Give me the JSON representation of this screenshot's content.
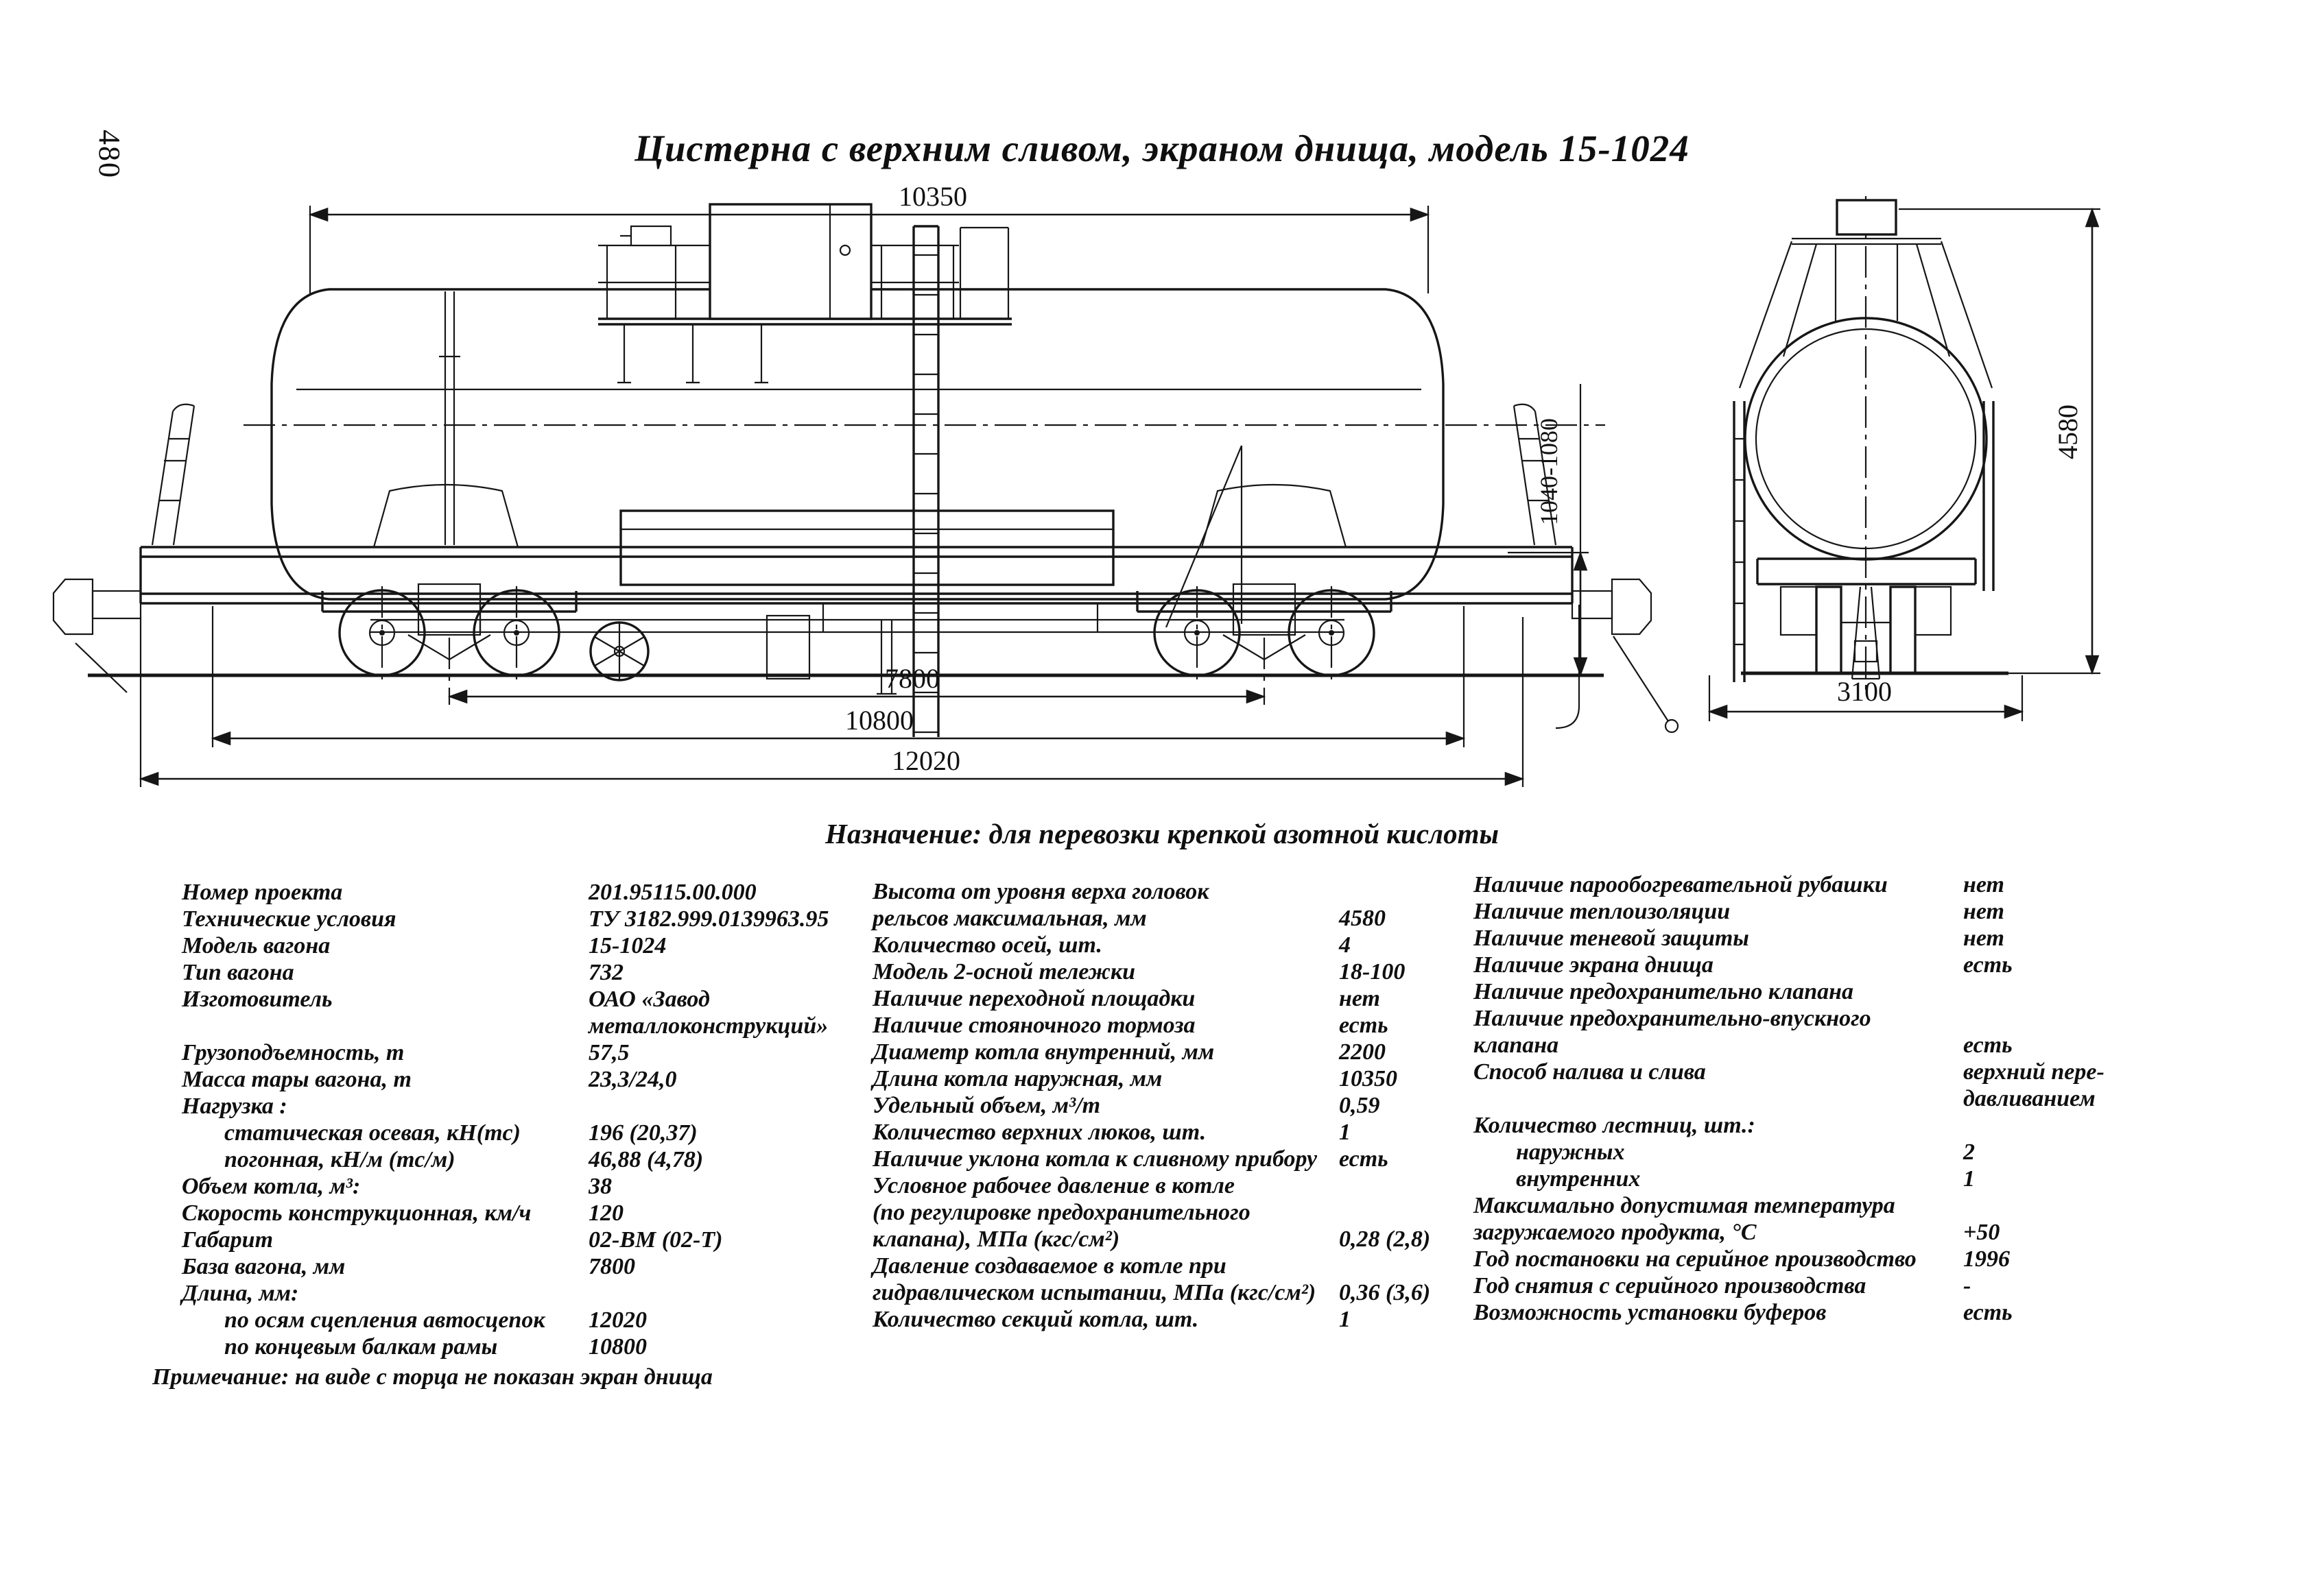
{
  "page": {
    "number": "480",
    "title": "Цистерна с верхним сливом, экраном днища, модель 15-1024",
    "purpose": "Назначение: для перевозки крепкой азотной кислоты",
    "note": "Примечание: на виде с торца не показан экран днища"
  },
  "drawing": {
    "side_view": {
      "length_tank": "10350",
      "base": "7800",
      "frame_length": "10800",
      "coupler_length": "12020",
      "coupler_height": "1040-1080"
    },
    "end_view": {
      "width": "3100",
      "height": "4580"
    }
  },
  "specs": {
    "col1": [
      {
        "label": "Номер проекта",
        "value": "201.95115.00.000"
      },
      {
        "label": "Технические условия",
        "value": "ТУ 3182.999.0139963.95"
      },
      {
        "label": "Модель вагона",
        "value": "15-1024"
      },
      {
        "label": "Тип вагона",
        "value": "732"
      },
      {
        "label": "Изготовитель",
        "value": "ОАО «Завод"
      },
      {
        "label": "",
        "value": "металлоконструкций»"
      },
      {
        "label": "Грузоподъемность, т",
        "value": "57,5"
      },
      {
        "label": "Масса тары вагона, т",
        "value": "23,3/24,0"
      },
      {
        "label": "Нагрузка :",
        "value": ""
      },
      {
        "label": "статическая осевая, кН(тс)",
        "value": "196 (20,37)",
        "indent": true
      },
      {
        "label": "погонная, кН/м (тс/м)",
        "value": "46,88 (4,78)",
        "indent": true
      },
      {
        "label": "Объем котла, м³:",
        "value": "38"
      },
      {
        "label": "Скорость конструкционная, км/ч",
        "value": "120"
      },
      {
        "label": "Габарит",
        "value": "02-ВМ (02-Т)"
      },
      {
        "label": "База вагона, мм",
        "value": "7800"
      },
      {
        "label": "Длина, мм:",
        "value": ""
      },
      {
        "label": "по осям сцепления автосцепок",
        "value": "12020",
        "indent": true
      },
      {
        "label": "по концевым балкам рамы",
        "value": "10800",
        "indent": true
      }
    ],
    "col2": [
      {
        "label": "Высота от уровня верха головок",
        "value": ""
      },
      {
        "label": "рельсов максимальная, мм",
        "value": "4580"
      },
      {
        "label": "Количество осей, шт.",
        "value": "4"
      },
      {
        "label": "Модель 2-осной тележки",
        "value": "18-100"
      },
      {
        "label": "Наличие переходной площадки",
        "value": "нет"
      },
      {
        "label": "Наличие стояночного тормоза",
        "value": "есть"
      },
      {
        "label": "Диаметр котла внутренний, мм",
        "value": "2200"
      },
      {
        "label": "Длина котла наружная, мм",
        "value": "10350"
      },
      {
        "label": "Удельный объем, м³/т",
        "value": "0,59"
      },
      {
        "label": "Количество верхних люков, шт.",
        "value": "1"
      },
      {
        "label": "Наличие уклона котла к сливному прибору",
        "value": "есть"
      },
      {
        "label": "Условное рабочее давление в котле",
        "value": ""
      },
      {
        "label": "(по регулировке предохранительного",
        "value": ""
      },
      {
        "label": "клапана), МПа (кгс/см²)",
        "value": "0,28 (2,8)"
      },
      {
        "label": "Давление создаваемое в котле при",
        "value": ""
      },
      {
        "label": "гидравлическом испытании, МПа (кгс/см²)",
        "value": "0,36 (3,6)"
      },
      {
        "label": "Количество секций котла, шт.",
        "value": "1"
      }
    ],
    "col3": [
      {
        "label": "Наличие парообогревательной рубашки",
        "value": "нет"
      },
      {
        "label": "Наличие теплоизоляции",
        "value": "нет"
      },
      {
        "label": "Наличие теневой защиты",
        "value": "нет"
      },
      {
        "label": "Наличие экрана днища",
        "value": "есть"
      },
      {
        "label": "Наличие предохранительно клапана",
        "value": ""
      },
      {
        "label": "Наличие предохранительно-впускного",
        "value": ""
      },
      {
        "label": "клапана",
        "value": "есть"
      },
      {
        "label": "Способ налива и слива",
        "value": "верхний пере-"
      },
      {
        "label": "",
        "value": "давливанием"
      },
      {
        "label": "Количество лестниц, шт.:",
        "value": ""
      },
      {
        "label": "наружных",
        "value": "2",
        "indent": true
      },
      {
        "label": "внутренних",
        "value": "1",
        "indent": true
      },
      {
        "label": "Максимально допустимая температура",
        "value": ""
      },
      {
        "label": "загружаемого продукта, °С",
        "value": "+50"
      },
      {
        "label": "Год постановки на серийное производство",
        "value": "1996"
      },
      {
        "label": "Год снятия с серийного производства",
        "value": "-"
      },
      {
        "label": "Возможность установки буферов",
        "value": "есть"
      }
    ]
  }
}
